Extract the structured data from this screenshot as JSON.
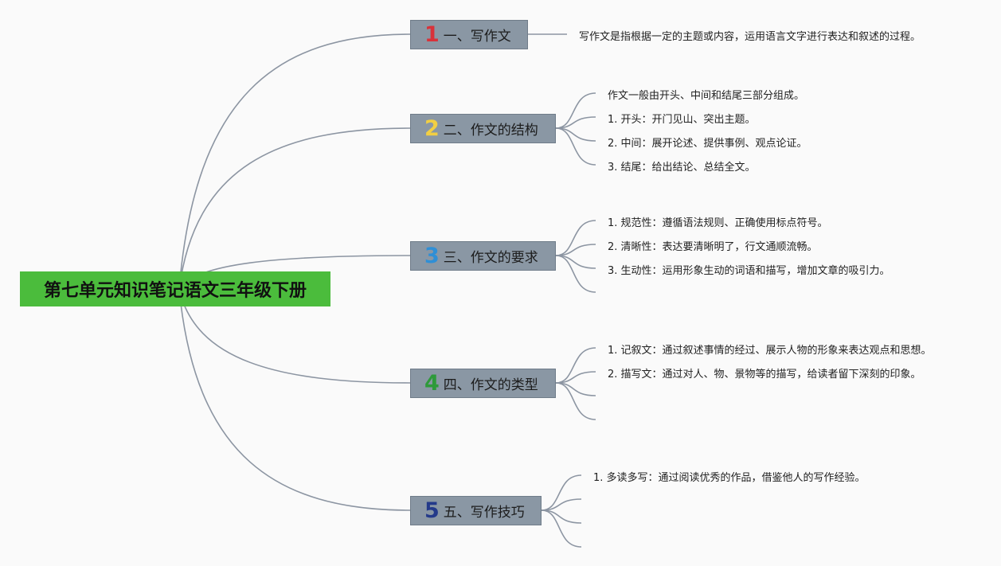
{
  "root": {
    "title": "第七单元知识笔记语文三年级下册"
  },
  "colors": {
    "root_bg": "#4bbc3c",
    "branch_bg": "#8a97a4",
    "line": "#8c95a2"
  },
  "branches": [
    {
      "num": "1",
      "num_color": "#d8323a",
      "label": "一、写作文",
      "items": [
        "写作文是指根据一定的主题或内容，运用语言文字进行表达和叙述的过程。"
      ]
    },
    {
      "num": "2",
      "num_color": "#f2cf43",
      "label": "二、作文的结构",
      "items": [
        "作文一般由开头、中间和结尾三部分组成。",
        "1. 开头：开门见山、突出主题。",
        "2. 中间：展开论述、提供事例、观点论证。",
        "3. 结尾：给出结论、总结全文。"
      ]
    },
    {
      "num": "3",
      "num_color": "#2f8fd6",
      "label": "三、作文的要求",
      "items": [
        "1. 规范性：遵循语法规则、正确使用标点符号。",
        "2. 清晰性：表达要清晰明了，行文通顺流畅。",
        "3. 生动性：运用形象生动的词语和描写，增加文章的吸引力。",
        ""
      ]
    },
    {
      "num": "4",
      "num_color": "#2e9a3a",
      "label": "四、作文的类型",
      "items": [
        "1. 记叙文：通过叙述事情的经过、展示人物的形象来表达观点和思想。",
        "2. 描写文：通过对人、物、景物等的描写，给读者留下深刻的印象。",
        "",
        ""
      ]
    },
    {
      "num": "5",
      "num_color": "#243a8a",
      "label": "五、写作技巧",
      "items": [
        "1. 多读多写：通过阅读优秀的作品，借鉴他人的写作经验。",
        "",
        "",
        ""
      ]
    }
  ]
}
